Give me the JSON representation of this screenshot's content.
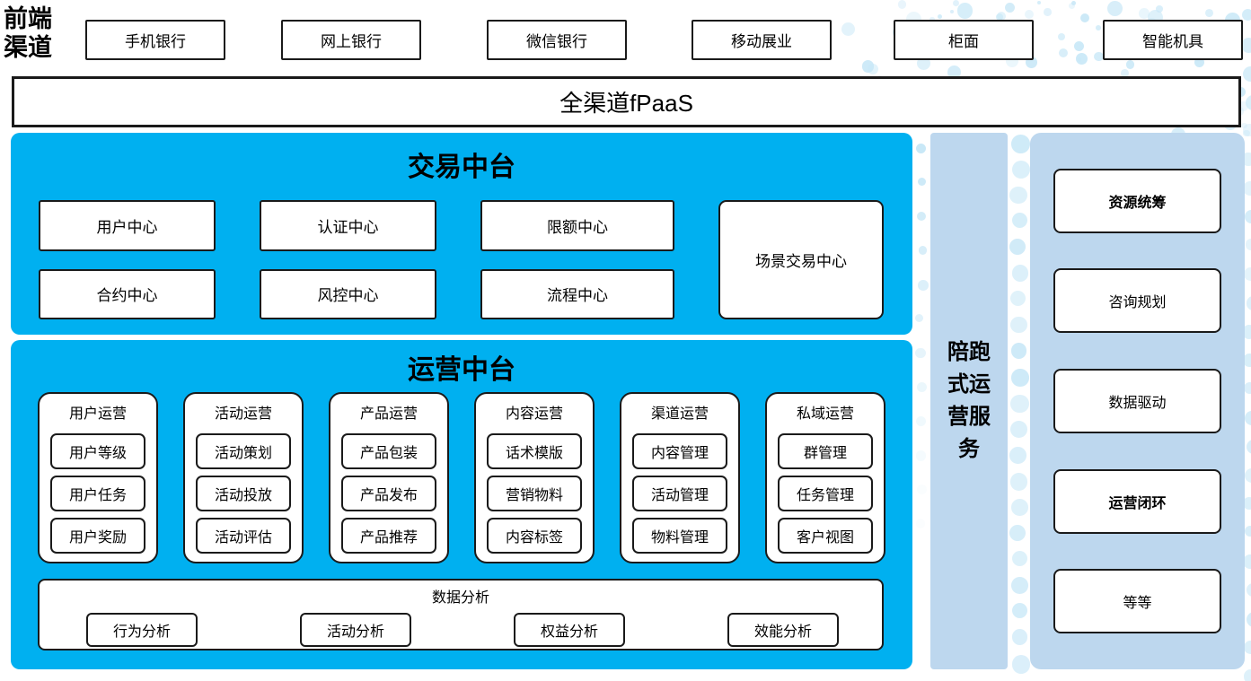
{
  "front_channels": {
    "label": "前端渠道",
    "items": [
      "手机银行",
      "网上银行",
      "微信银行",
      "移动展业",
      "柜面",
      "智能机具"
    ]
  },
  "fpaas": {
    "label": "全渠道fPaaS"
  },
  "trade_platform": {
    "title": "交易中台",
    "centers": [
      "用户中心",
      "认证中心",
      "限额中心",
      "合约中心",
      "风控中心",
      "流程中心"
    ],
    "scene_center": "场景交易中心"
  },
  "operation_platform": {
    "title": "运营中台",
    "groups": [
      {
        "title": "用户运营",
        "items": [
          "用户等级",
          "用户任务",
          "用户奖励"
        ]
      },
      {
        "title": "活动运营",
        "items": [
          "活动策划",
          "活动投放",
          "活动评估"
        ]
      },
      {
        "title": "产品运营",
        "items": [
          "产品包装",
          "产品发布",
          "产品推荐"
        ]
      },
      {
        "title": "内容运营",
        "items": [
          "话术模版",
          "营销物料",
          "内容标签"
        ]
      },
      {
        "title": "渠道运营",
        "items": [
          "内容管理",
          "活动管理",
          "物料管理"
        ]
      },
      {
        "title": "私域运营",
        "items": [
          "群管理",
          "任务管理",
          "客户视图"
        ]
      }
    ],
    "analysis": {
      "title": "数据分析",
      "items": [
        "行为分析",
        "活动分析",
        "权益分析",
        "效能分析"
      ]
    }
  },
  "side_bar": {
    "label": "陪跑式运营服务"
  },
  "right_panel": {
    "items": [
      {
        "label": "资源统筹",
        "bold": true
      },
      {
        "label": "咨询规划",
        "bold": false
      },
      {
        "label": "数据驱动",
        "bold": false
      },
      {
        "label": "运营闭环",
        "bold": true
      },
      {
        "label": "等等",
        "bold": false
      }
    ]
  },
  "colors": {
    "primary_blue": "#00B0F0",
    "panel_light_blue": "#BDD7EE",
    "dot_blue": "#C9E8F7",
    "border": "#1a1a1a"
  }
}
